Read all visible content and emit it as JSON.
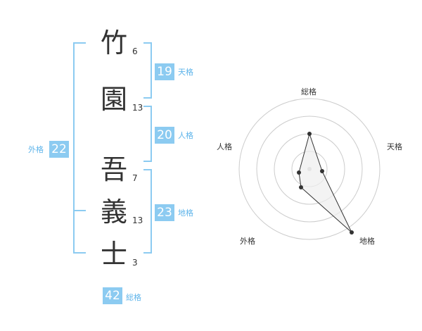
{
  "name": [
    {
      "char": "竹",
      "strokes": "6"
    },
    {
      "char": "園",
      "strokes": "13"
    },
    {
      "char": "吾",
      "strokes": "7"
    },
    {
      "char": "義",
      "strokes": "13"
    },
    {
      "char": "士",
      "strokes": "3"
    }
  ],
  "fortunes": {
    "tenkaku": {
      "value": "19",
      "label": "天格"
    },
    "jinkaku": {
      "value": "20",
      "label": "人格"
    },
    "chikaku": {
      "value": "23",
      "label": "地格"
    },
    "gaikaku": {
      "value": "22",
      "label": "外格"
    },
    "soukaku": {
      "value": "42",
      "label": "総格"
    }
  },
  "radar": {
    "labels": {
      "soukaku": "総格",
      "tenkaku": "天格",
      "chikaku": "地格",
      "gaikaku": "外格",
      "jinkaku": "人格"
    },
    "ring_count": 4
  },
  "colors": {
    "accent": "#8ccbf1",
    "accent_text": "#5eb4ea",
    "text": "#333333",
    "grid": "#cccccc",
    "fill": "#eeeeee"
  }
}
